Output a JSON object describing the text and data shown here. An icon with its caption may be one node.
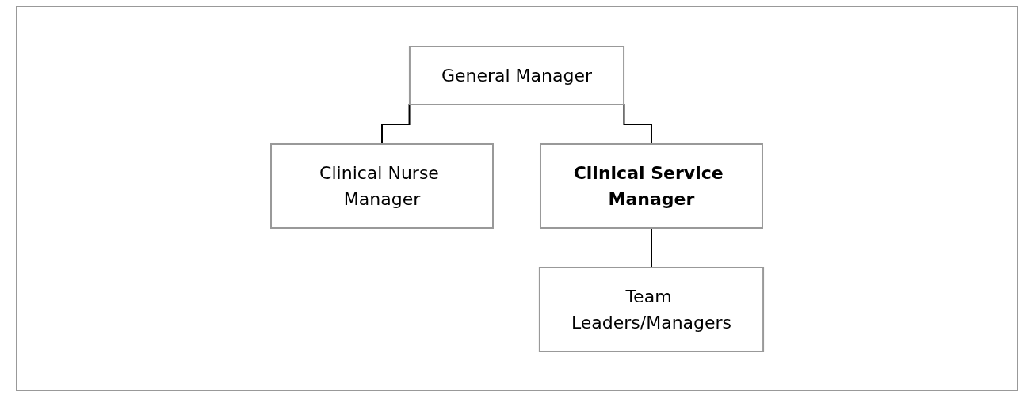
{
  "diagram": {
    "nodes": [
      {
        "text": [
          "General Manager"
        ]
      },
      {
        "text": [
          "Clinical Nurse Manager"
        ]
      },
      {
        "text": [
          "Clinical Service Manager"
        ]
      },
      {
        "text": [
          "Team Leaders/Managers"
        ]
      }
    ],
    "edges": [
      {
        "from": 0,
        "to": 1,
        "arrow": "none"
      },
      {
        "from": 0,
        "to": 2,
        "arrow": "none"
      },
      {
        "from": 2,
        "to": 3,
        "arrow": "none"
      }
    ]
  }
}
